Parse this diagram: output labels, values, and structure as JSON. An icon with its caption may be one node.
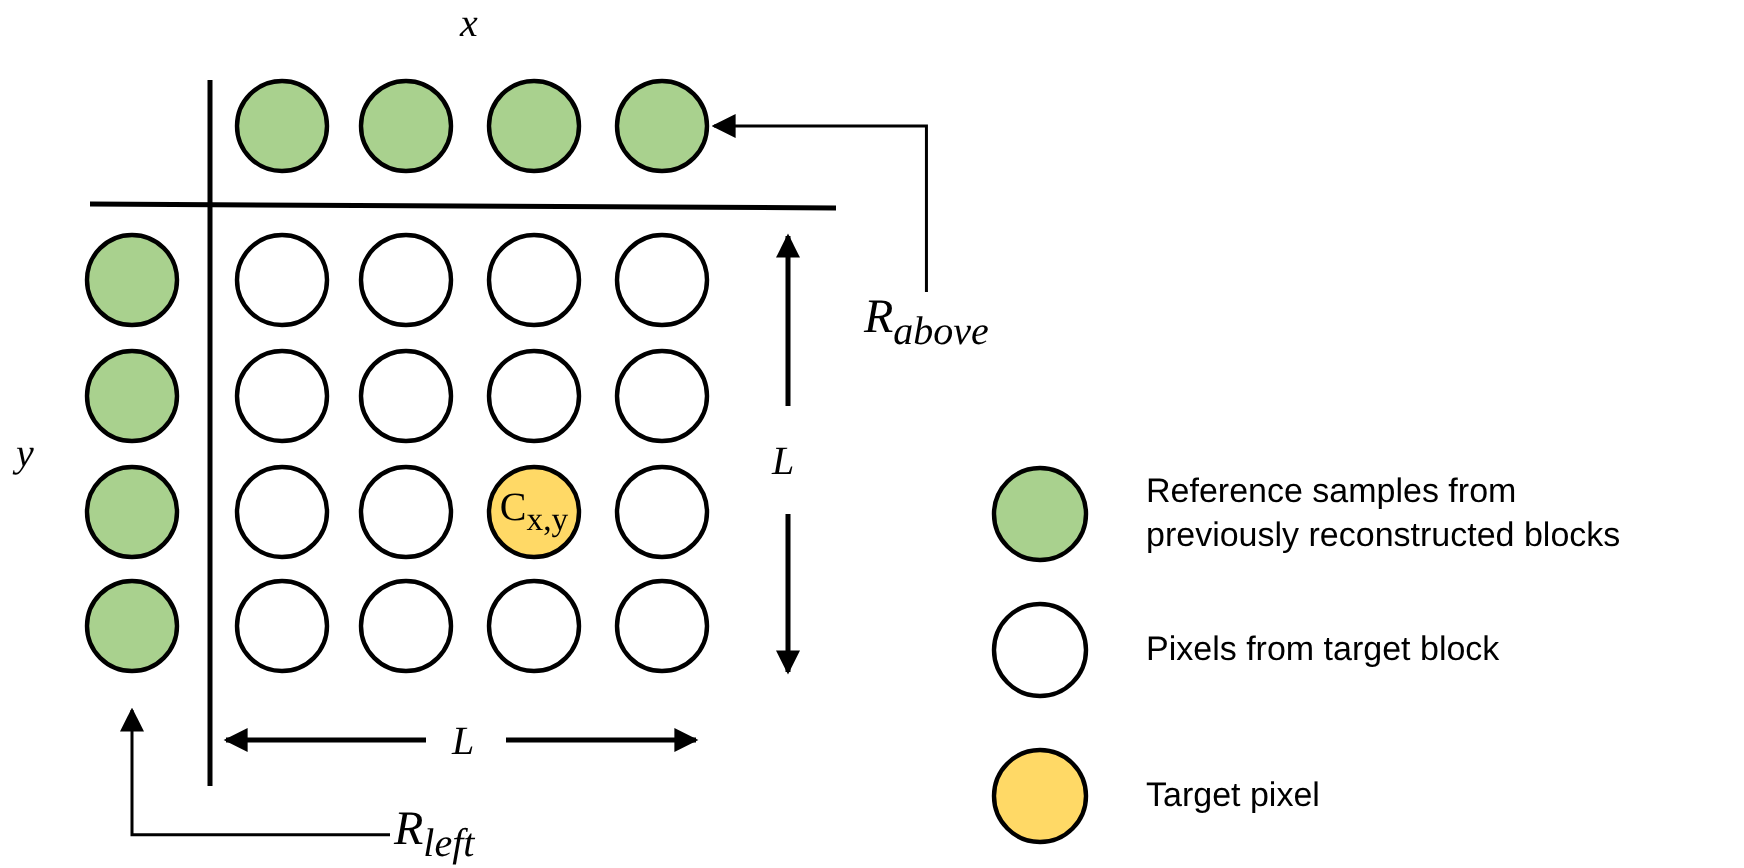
{
  "diagram": {
    "nodes": [
      {
        "text": [],
        "shape": "circle"
      },
      {
        "text": [],
        "shape": "circle"
      },
      {
        "text": [],
        "shape": "circle"
      },
      {
        "text": [],
        "shape": "circle"
      },
      {
        "text": [],
        "shape": "circle"
      },
      {
        "text": [],
        "shape": "circle"
      },
      {
        "text": [],
        "shape": "circle"
      },
      {
        "text": [],
        "shape": "circle"
      },
      {
        "text": [],
        "shape": "circle"
      },
      {
        "text": [],
        "shape": "circle"
      },
      {
        "text": [],
        "shape": "circle"
      },
      {
        "text": [],
        "shape": "circle"
      },
      {
        "text": [],
        "shape": "circle"
      },
      {
        "text": [],
        "shape": "circle"
      },
      {
        "text": [],
        "shape": "circle"
      },
      {
        "text": [],
        "shape": "circle"
      },
      {
        "text": [],
        "shape": "circle"
      },
      {
        "text": [
          "C$_{x,y}$"
        ]
      },
      {
        "text": [],
        "shape": "circle"
      },
      {
        "text": [],
        "shape": "circle"
      },
      {
        "text": [],
        "shape": "circle"
      },
      {
        "text": [],
        "shape": "circle"
      },
      {
        "text": [],
        "shape": "circle"
      },
      {
        "text": [],
        "shape": "circle"
      },
      {
        "text": [
          "R$_{above}$"
        ]
      },
      {
        "text": [
          "R$_{left}$"
        ]
      }
    ],
    "edges": [
      {
        "from": 24,
        "to": 3,
        "arrow": "to"
      },
      {
        "from": 25,
        "to": 19,
        "arrow": "to"
      }
    ],
    "labels": [
      "x",
      "y",
      "L",
      "L"
    ],
    "legend": [
      {
        "text": "Reference samples from previously reconstructed blocks",
        "color": "#a9d18e"
      },
      {
        "text": "Pixels from target block"
      },
      {
        "text": "Target pixel",
        "color": "#ffd966"
      }
    ]
  }
}
